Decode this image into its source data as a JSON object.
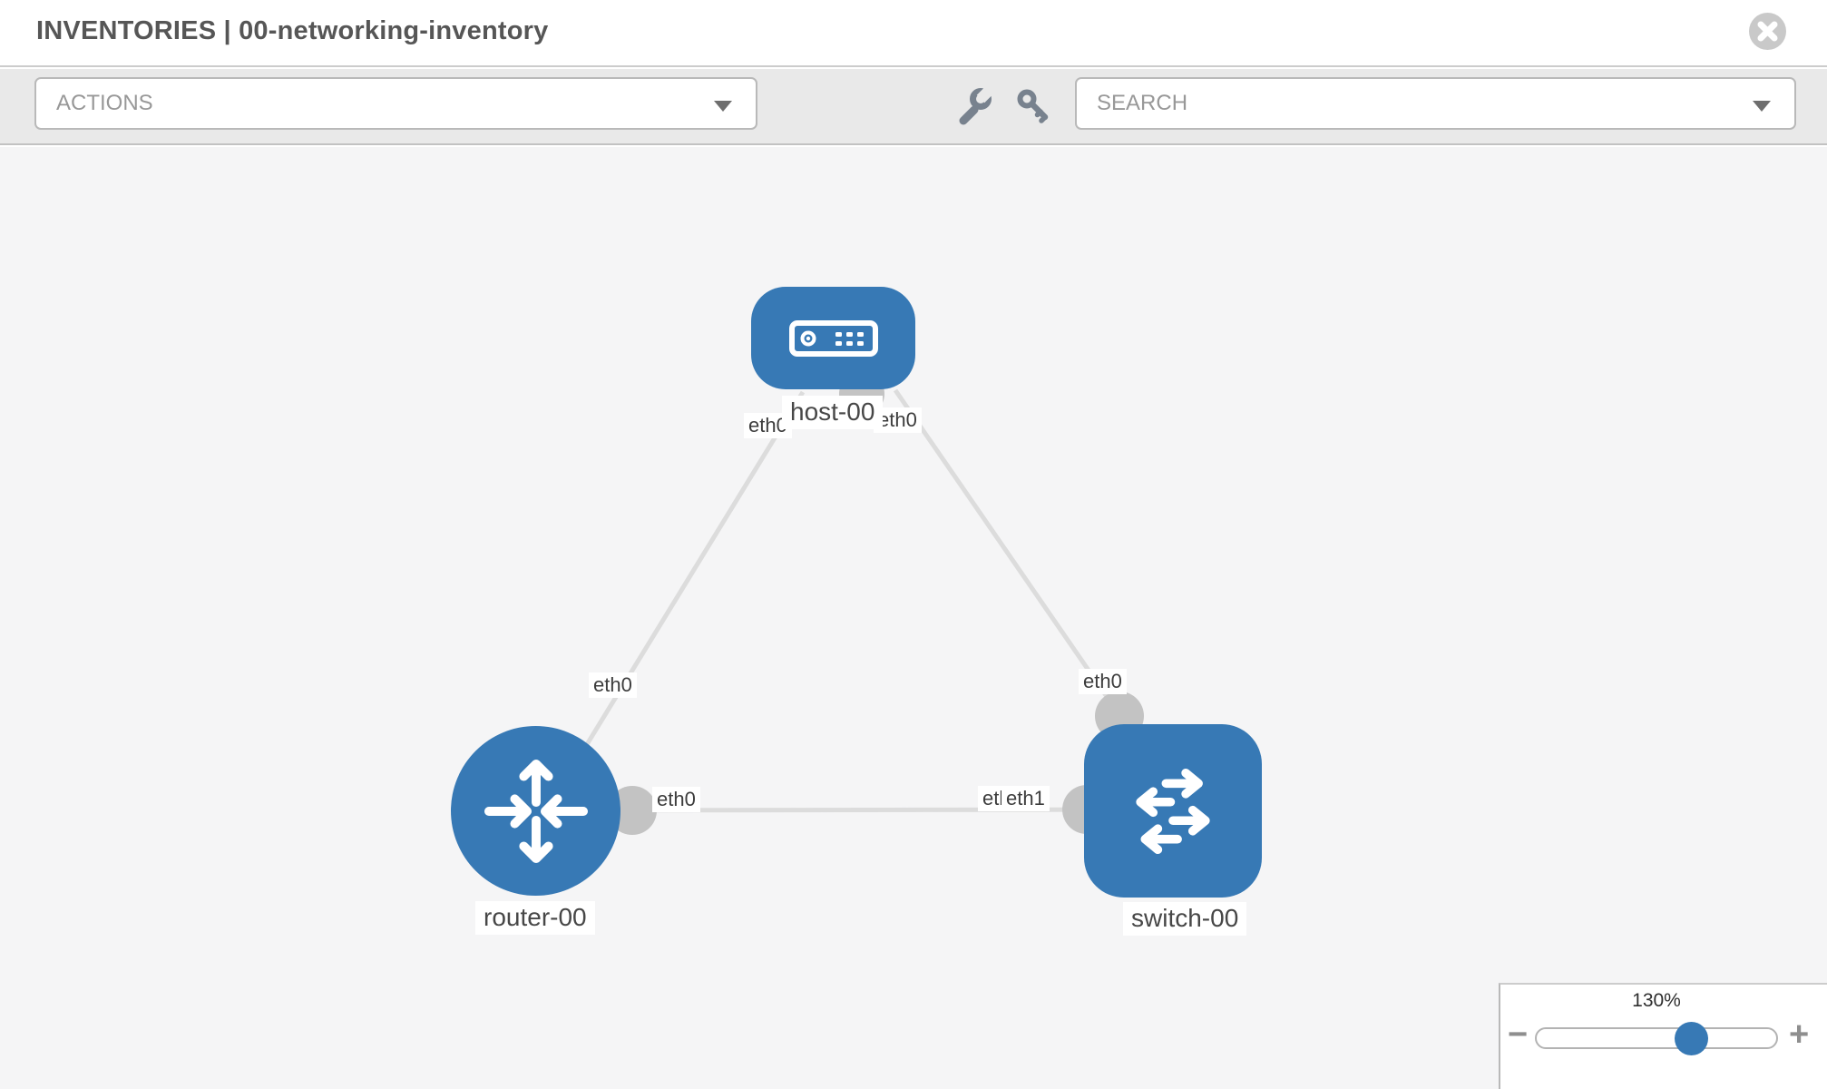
{
  "header": {
    "title": "INVENTORIES | 00-networking-inventory"
  },
  "toolbar": {
    "actions": "ACTIONS",
    "search": "SEARCH"
  },
  "canvas": {
    "nodes": {
      "host": {
        "label": "host-00",
        "type": "host"
      },
      "router": {
        "label": "router-00",
        "type": "router"
      },
      "switch": {
        "label": "switch-00",
        "type": "switch"
      }
    },
    "interfaces": {
      "host_left": "eth0",
      "host_right": "eth0",
      "router_top": "eth0",
      "switch_top": "eth0",
      "router_right": "eth0",
      "link_mid_back": "eth0",
      "link_mid_front": "eth1"
    },
    "links": [
      {
        "from": "host-00",
        "to": "router-00"
      },
      {
        "from": "host-00",
        "to": "switch-00"
      },
      {
        "from": "router-00",
        "to": "switch-00"
      }
    ]
  },
  "zoom": {
    "level": "130%",
    "minus": "−",
    "plus": "+"
  },
  "colors": {
    "node_blue": "#3779b5",
    "link_gray": "#dcdcdc",
    "stub_gray": "#c3c3c3",
    "icon_gray": "#78828e"
  }
}
